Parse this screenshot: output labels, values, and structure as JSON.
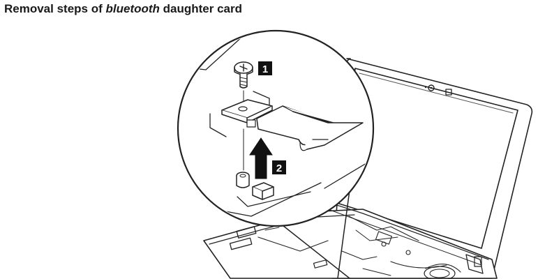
{
  "heading": {
    "prefix": "Removal steps of ",
    "emphasis": "bluetooth",
    "suffix": " daughter card"
  },
  "callouts": [
    {
      "label": "1"
    },
    {
      "label": "2"
    }
  ]
}
